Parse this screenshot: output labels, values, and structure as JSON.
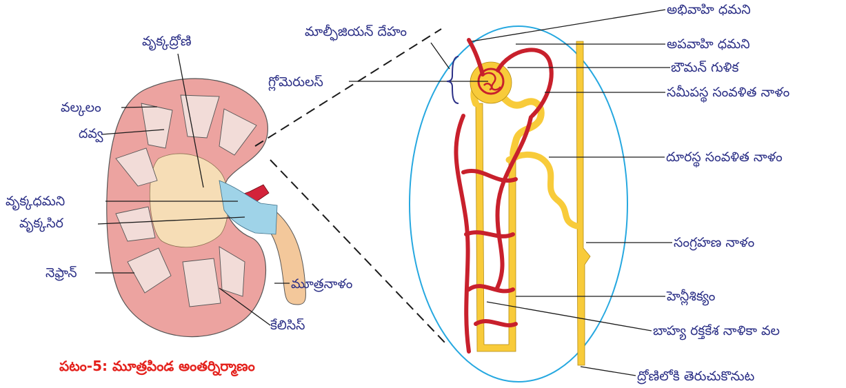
{
  "kidney": {
    "labels": {
      "renal_pelvis": "వృక్కద్రోణి",
      "cortex": "వల్కలం",
      "medulla": "దవ్వ",
      "renal_artery": "వృక్కధమని",
      "renal_vein": "వృక్కసిర",
      "nephron": "నెఫ్రాన్",
      "ureter": "మూత్రనాళం",
      "calyces": "కేలిసిస్"
    },
    "caption": "పటం-5: మూత్రపిండ అంతర్నిర్మాణం"
  },
  "nephron": {
    "labels": {
      "malpighian_body": "మాల్ఫీజియన్ దేహం",
      "glomerulus": "గ్లోమెరులస్",
      "afferent_arteriole": "అభివాహి ధమని",
      "efferent_arteriole": "అపవాహి ధమని",
      "bowman_capsule": "బౌమన్ గుళిక",
      "pct": "సమీపస్థ సంవళిత నాళం",
      "dct": "దూరస్థ సంవళిత నాళం",
      "collecting_duct": "సంగ్రహణ నాళం",
      "loop_of_henle": "హెన్లీశిక్యం",
      "peritubular_capillaries": "బాహ్య రక్తకేశ నాళికా వల",
      "opening_to_pelvis": "ద్రోణిలోకి తెరుచుకొనుట"
    }
  },
  "colors": {
    "label_text": "#2b2f86",
    "caption_text": "#e4211c",
    "cortex_fill": "#eca3a0",
    "tubule_yellow": "#f8cb3a",
    "vessel_red": "#c8202c",
    "vein_blue": "#9fd3e8",
    "ellipse_border": "#26a8e0",
    "ureter_fill": "#f3c89b"
  }
}
